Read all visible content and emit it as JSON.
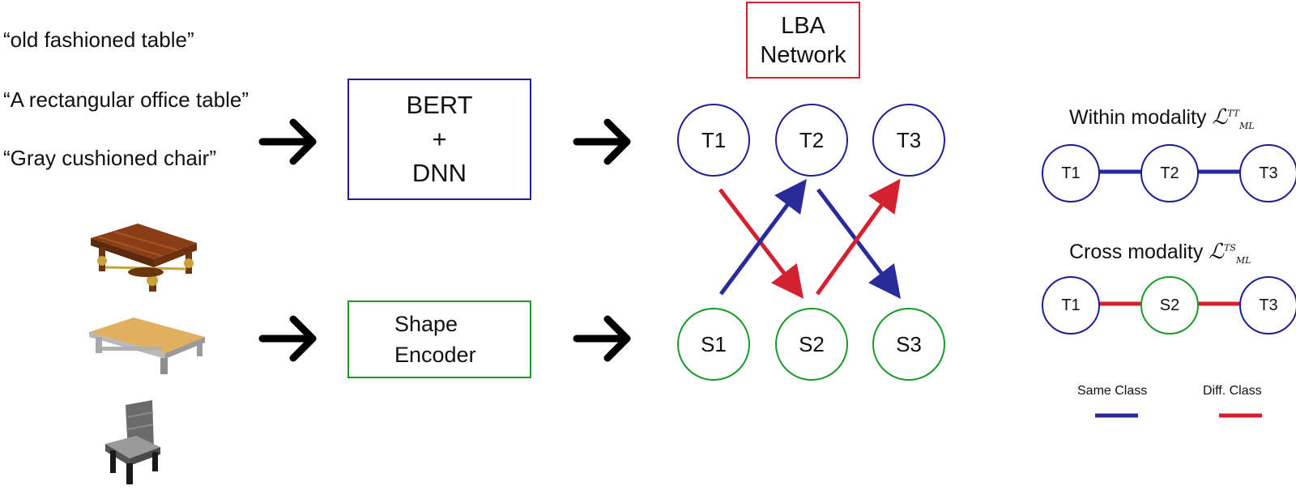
{
  "captions": [
    "“old fashioned table”",
    "“A rectangular office  table”",
    "“Gray cushioned chair”"
  ],
  "text_encoder": {
    "line1": "BERT",
    "line2": "+",
    "line3": "DNN"
  },
  "shape_encoder": {
    "line1": "Shape",
    "line2": "Encoder"
  },
  "lba_network": {
    "line1": "LBA",
    "line2": "Network"
  },
  "nodes": {
    "t1": "T1",
    "t2": "T2",
    "t3": "T3",
    "s1": "S1",
    "s2": "S2",
    "s3": "S3"
  },
  "within_modality": {
    "label": "Within modality",
    "loss_main": "ℒ",
    "loss_sup": "TT",
    "loss_sub": "ML",
    "n1": "T1",
    "n2": "T2",
    "n3": "T3"
  },
  "cross_modality": {
    "label": "Cross modality",
    "loss_main": "ℒ",
    "loss_sup": "TS",
    "loss_sub": "ML",
    "n1": "T1",
    "n2": "S2",
    "n3": "T3"
  },
  "legend": {
    "same_class": "Same Class",
    "diff_class": "Diff. Class"
  },
  "colors": {
    "text_node": "#1f1f8f",
    "shape_node": "#1a9a2a",
    "same_class": "#2a2a9a",
    "diff_class": "#d42030",
    "lba_box": "#d42030"
  },
  "icons": [
    "old-fashioned-table-icon",
    "office-table-icon",
    "cushioned-chair-icon"
  ]
}
